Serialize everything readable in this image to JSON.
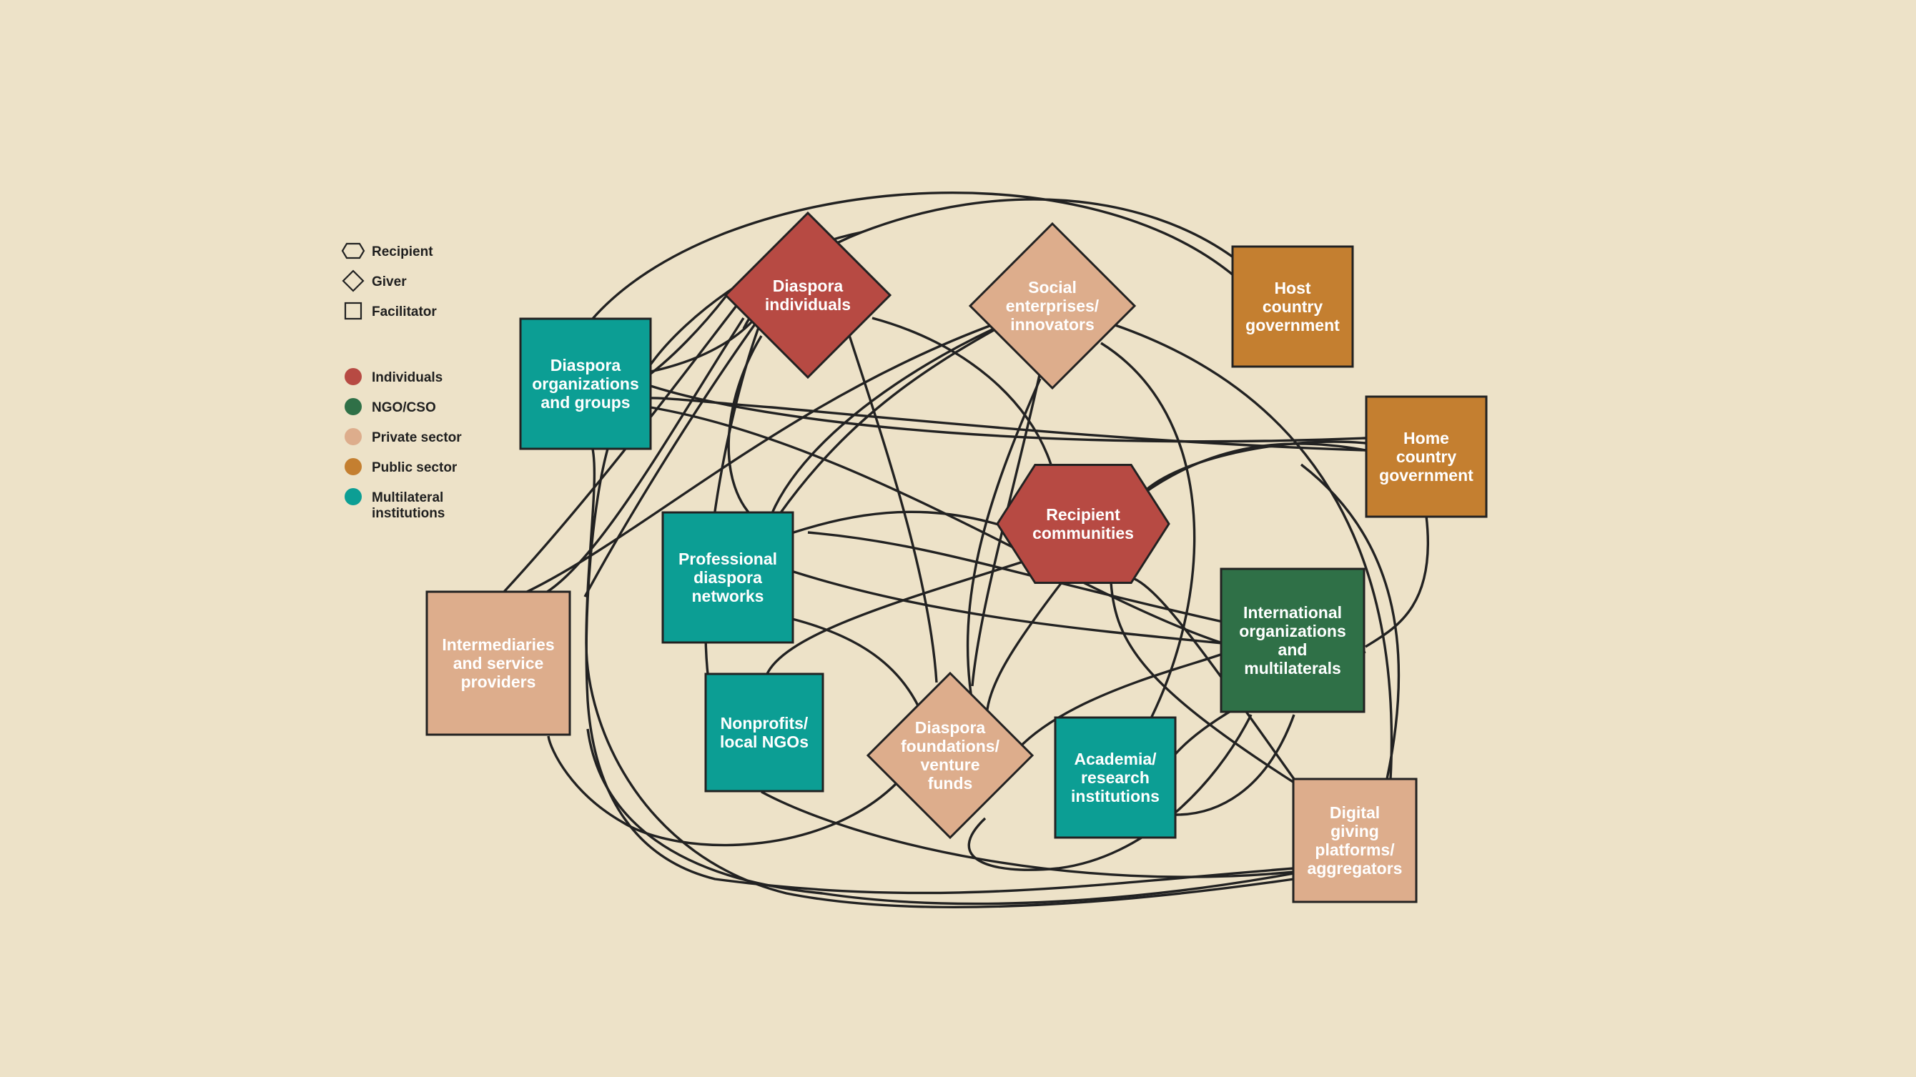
{
  "colors": {
    "background": "#EDE2C8",
    "individuals": "#B74A43",
    "ngo_cso": "#2F7047",
    "private_sector": "#DDAD8C",
    "public_sector": "#C47F30",
    "multilateral": "#0C9E94",
    "line": "#222222"
  },
  "legend": {
    "shapes": [
      {
        "icon": "hexagon-icon",
        "label": "Recipient"
      },
      {
        "icon": "diamond-icon",
        "label": "Giver"
      },
      {
        "icon": "square-icon",
        "label": "Facilitator"
      }
    ],
    "sectors": [
      {
        "icon": "dot-icon",
        "color": "#B74A43",
        "lines": [
          "Individuals"
        ]
      },
      {
        "icon": "dot-icon",
        "color": "#2F7047",
        "lines": [
          "NGO/CSO"
        ]
      },
      {
        "icon": "dot-icon",
        "color": "#DDAD8C",
        "lines": [
          "Private sector"
        ]
      },
      {
        "icon": "dot-icon",
        "color": "#C47F30",
        "lines": [
          "Public sector"
        ]
      },
      {
        "icon": "dot-icon",
        "color": "#0C9E94",
        "lines": [
          "Multilateral",
          "institutions"
        ]
      }
    ]
  },
  "nodes": [
    {
      "id": "diaspora-individuals",
      "shape": "diamond",
      "sector": "individuals",
      "lines": [
        "Diaspora",
        "individuals"
      ]
    },
    {
      "id": "social-enterprises",
      "shape": "diamond",
      "sector": "private_sector",
      "lines": [
        "Social",
        "enterprises/",
        "innovators"
      ]
    },
    {
      "id": "host-government",
      "shape": "square",
      "sector": "public_sector",
      "lines": [
        "Host",
        "country",
        "government"
      ]
    },
    {
      "id": "home-government",
      "shape": "square",
      "sector": "public_sector",
      "lines": [
        "Home",
        "country",
        "government"
      ]
    },
    {
      "id": "diaspora-orgs",
      "shape": "square",
      "sector": "multilateral",
      "lines": [
        "Diaspora",
        "organizations",
        "and groups"
      ]
    },
    {
      "id": "recipient-communities",
      "shape": "hexagon",
      "sector": "individuals",
      "lines": [
        "Recipient",
        "communities"
      ]
    },
    {
      "id": "professional-networks",
      "shape": "square",
      "sector": "multilateral",
      "lines": [
        "Professional",
        "diaspora",
        "networks"
      ]
    },
    {
      "id": "international-orgs",
      "shape": "square",
      "sector": "ngo_cso",
      "lines": [
        "International",
        "organizations",
        "and",
        "multilaterals"
      ]
    },
    {
      "id": "intermediaries",
      "shape": "square",
      "sector": "private_sector",
      "lines": [
        "Intermediaries",
        "and service",
        "providers"
      ]
    },
    {
      "id": "nonprofits",
      "shape": "square",
      "sector": "multilateral",
      "lines": [
        "Nonprofits/",
        "local NGOs"
      ]
    },
    {
      "id": "diaspora-foundations",
      "shape": "diamond",
      "sector": "private_sector",
      "lines": [
        "Diaspora",
        "foundations/",
        "venture",
        "funds"
      ]
    },
    {
      "id": "academia",
      "shape": "square",
      "sector": "multilateral",
      "lines": [
        "Academia/",
        "research",
        "institutions"
      ]
    },
    {
      "id": "digital-platforms",
      "shape": "square",
      "sector": "private_sector",
      "lines": [
        "Digital",
        "giving",
        "platforms/",
        "aggregators"
      ]
    }
  ]
}
